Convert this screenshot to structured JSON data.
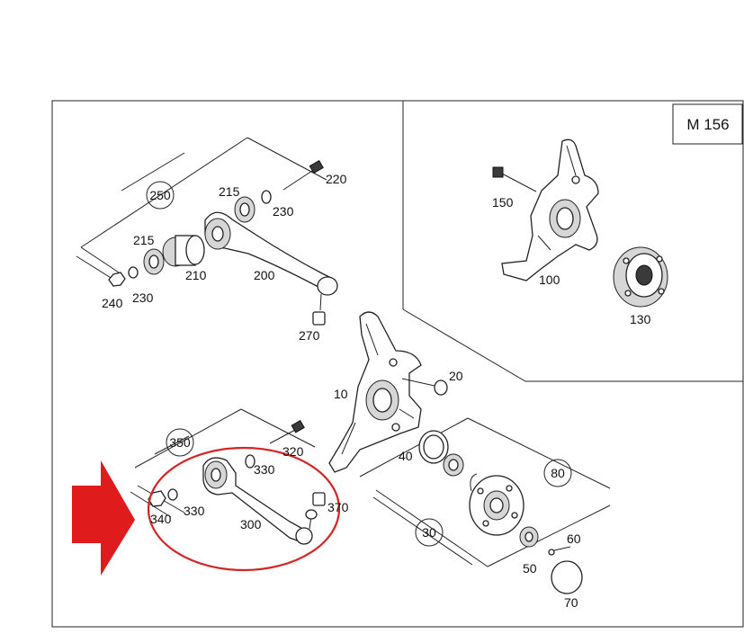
{
  "model_box": {
    "label": "M 156"
  },
  "part_labels": {
    "p10": "10",
    "p20": "20",
    "p30": "30",
    "p40": "40",
    "p50": "50",
    "p60": "60",
    "p70": "70",
    "p80": "80",
    "p100": "100",
    "p130": "130",
    "p150": "150",
    "p200": "200",
    "p210": "210",
    "p215a": "215",
    "p215b": "215",
    "p220": "220",
    "p230a": "230",
    "p230b": "230",
    "p240": "240",
    "p250": "250",
    "p270": "270",
    "p300": "300",
    "p320": "320",
    "p330a": "330",
    "p330b": "330",
    "p340": "340",
    "p350": "350",
    "p370": "370"
  },
  "highlight": {
    "arrow_color": "#e01b1b",
    "circle_color": "#d42525"
  }
}
